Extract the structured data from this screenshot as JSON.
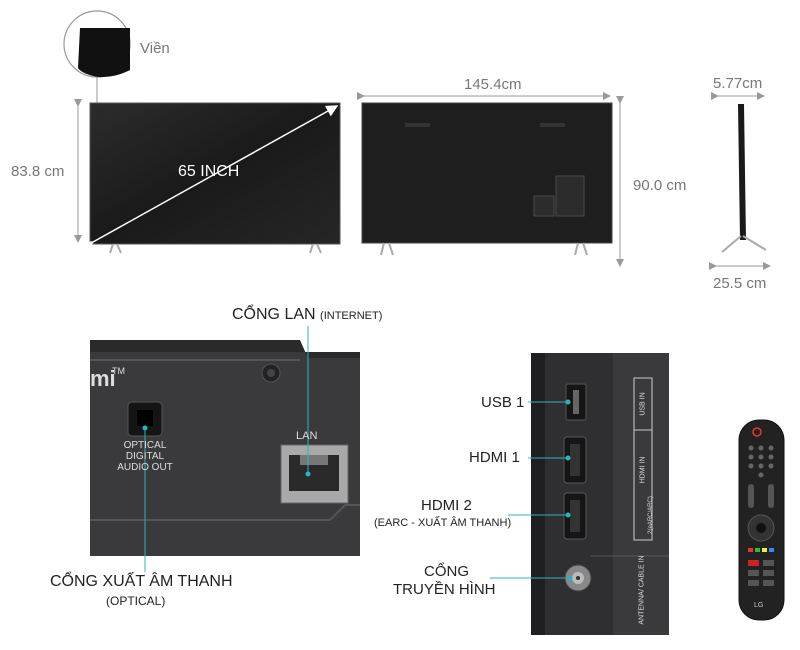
{
  "dimensions": {
    "bezel_label": "Viền",
    "height_front": "83.8 cm",
    "screen_size": "65 INCH",
    "width": "145.4",
    "width_unit": "cm",
    "height_with_stand": "90.0 cm",
    "depth": "5.77",
    "depth_unit": "cm",
    "stand_depth": "25.5 cm"
  },
  "ports_left": {
    "lan_title": "CỔNG LAN",
    "lan_sub": "(INTERNET)",
    "lan_port_text": "LAN",
    "optical_port_line1": "OPTICAL",
    "optical_port_line2": "DIGITAL",
    "optical_port_line3": "AUDIO OUT",
    "optical_title": "CỔNG XUẤT ÂM THANH",
    "optical_sub": "(OPTICAL)",
    "logo_fragment": "mi",
    "tm": "TM"
  },
  "ports_right": {
    "usb_label": "USB 1",
    "hdmi1_label": "HDMI 1",
    "hdmi2_label": "HDMI 2",
    "hdmi2_sub": "(EARC - XUẤT ÂM THANH)",
    "antenna_line1": "CỔNG",
    "antenna_line2": "TRUYỀN HÌNH",
    "panel_usb_text": "USB IN",
    "panel_hdmi_text": "HDMI IN",
    "panel_earc_text": "2(eARC/ARC)",
    "panel_antenna_text": "ANTENNA/ CABLE IN"
  },
  "remote": {
    "brand": "LG"
  }
}
